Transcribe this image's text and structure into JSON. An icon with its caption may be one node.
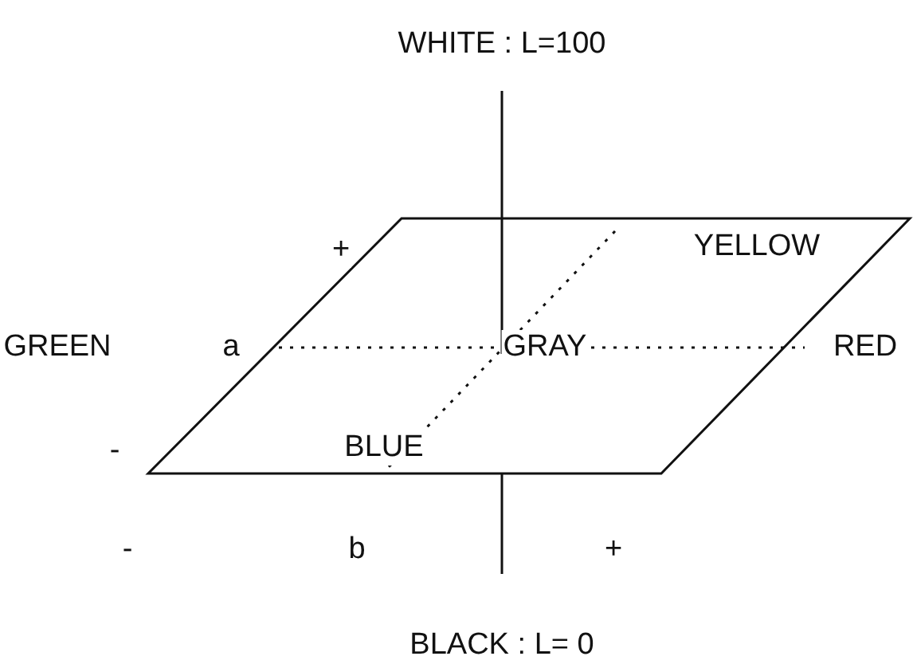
{
  "diagram": {
    "labels": [
      "WHITE : L=100",
      "+",
      "YELLOW",
      "GREEN",
      "a",
      "GRAY",
      "RED",
      "-",
      "BLUE",
      "-",
      "b",
      "+",
      "BLACK : L= 0"
    ]
  }
}
